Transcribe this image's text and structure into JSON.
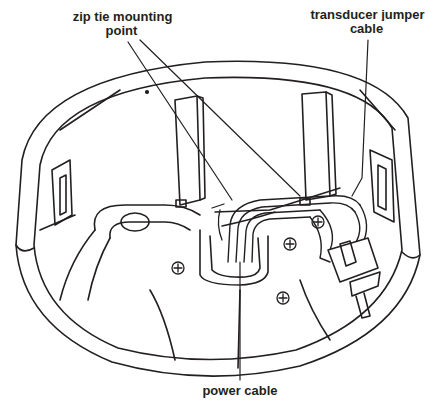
{
  "diagram": {
    "labels": [
      "zip tie mounting point",
      "transducer jumper cable",
      "power cable"
    ]
  }
}
